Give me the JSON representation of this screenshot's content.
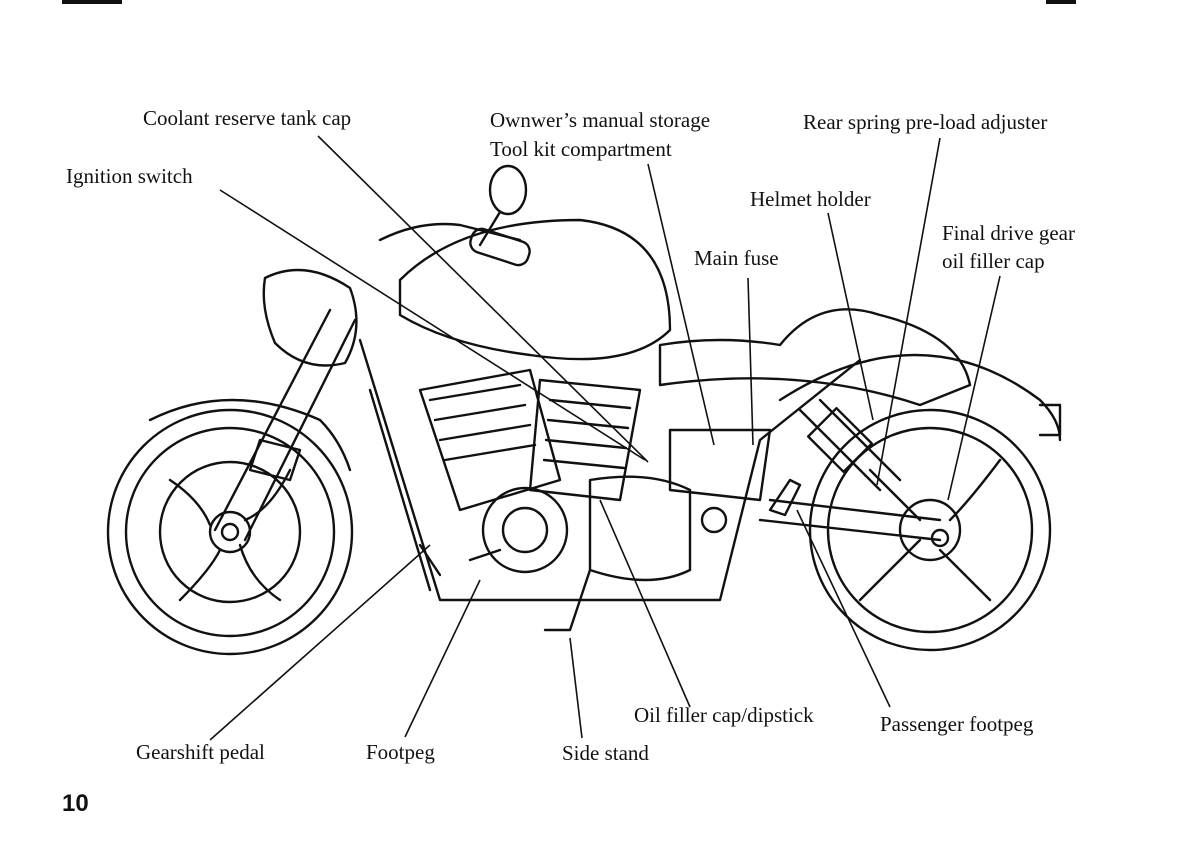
{
  "page": {
    "number": "10"
  },
  "labels": {
    "coolant": "Coolant reserve tank cap",
    "manual_storage": "Ownwer’s manual storage",
    "tool_kit": "Tool kit compartment",
    "rear_spring": "Rear spring pre-load adjuster",
    "ignition": "Ignition switch",
    "helmet": "Helmet holder",
    "final_drive_1": "Final drive gear",
    "final_drive_2": "oil filler cap",
    "main_fuse": "Main fuse",
    "oil_filler": "Oil filler cap/dipstick",
    "passenger_footpeg": "Passenger footpeg",
    "gearshift": "Gearshift pedal",
    "footpeg": "Footpeg",
    "side_stand": "Side stand"
  }
}
